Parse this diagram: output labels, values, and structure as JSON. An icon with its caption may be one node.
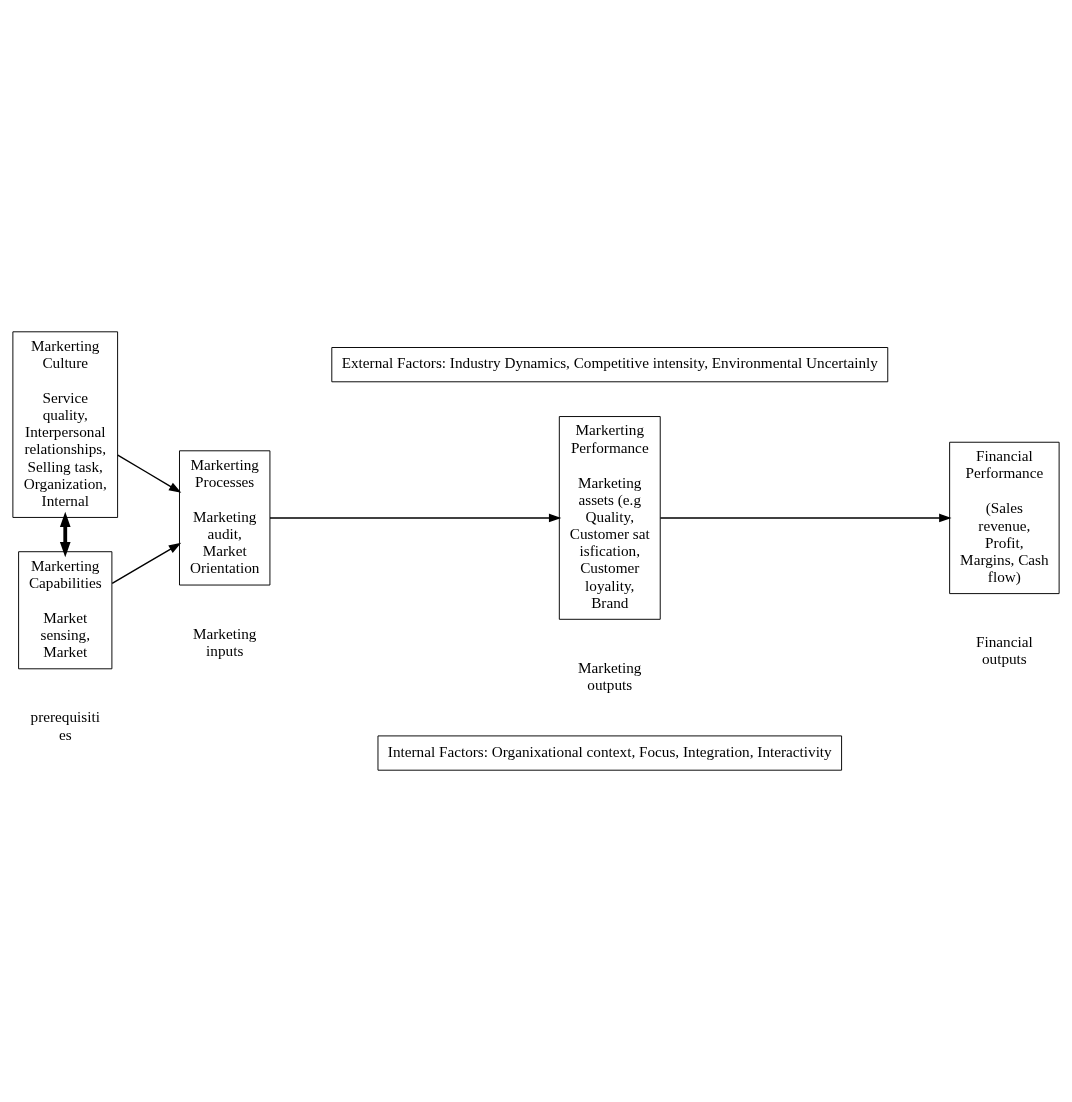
{
  "diagram": {
    "nodes": [
      {
        "text": [
          "External Factors: Industry Dynamics, Competitive intensity, Environmental Uncertainly"
        ]
      },
      {
        "text": [
          "Markerting Culture",
          "Service quality, Interpersonal relationships, Selling task, Organization, Internal"
        ]
      },
      {
        "text": [
          "Markerting Capabilities",
          "Market sensing, Market"
        ]
      },
      {
        "text": [
          "Markerting Processes",
          "Marketing audit, Market Orientation"
        ]
      },
      {
        "text": [
          "Markerting Performance",
          "Marketing assets (e.g Quality, Customer satisfication, Customer loyality, Brand"
        ]
      },
      {
        "text": [
          "Financial Performance",
          "(Sales revenue, Profit, Margins, Cash flow)"
        ]
      },
      {
        "text": [
          "Internal Factors: Organixational context, Focus, Integration, Interactivity"
        ]
      }
    ],
    "edges": [
      {
        "from": 1,
        "to": 3,
        "arrow": "to"
      },
      {
        "from": 2,
        "to": 3,
        "arrow": "to"
      },
      {
        "from": 3,
        "to": 4,
        "arrow": "to"
      },
      {
        "from": 4,
        "to": 5,
        "arrow": "to"
      },
      {
        "from": 1,
        "to": 2,
        "arrow": "both",
        "style": "thick"
      }
    ],
    "labels": [
      "prerequisities",
      "Marketing inputs",
      "Marketing outputs",
      "Financial outputs"
    ]
  }
}
